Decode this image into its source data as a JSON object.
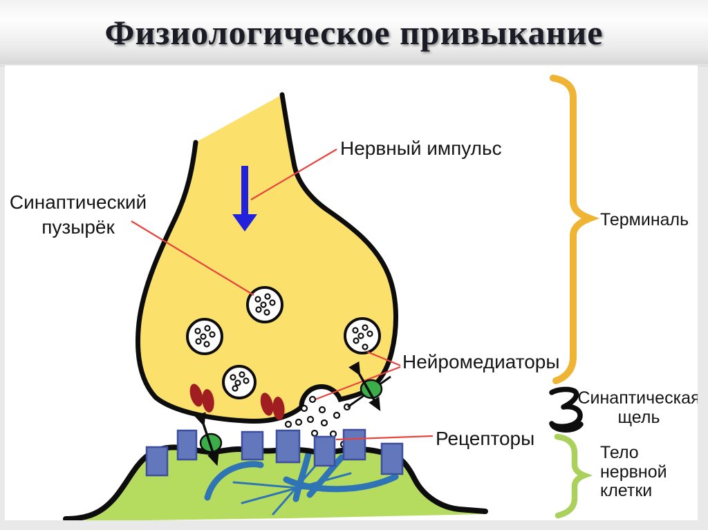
{
  "title": "Физиологическое привыкание",
  "labels": {
    "nerve_impulse": "Нервный импульс",
    "synaptic_vesicle_line1": "Синаптический",
    "synaptic_vesicle_line2": "пузырёк",
    "neurotransmitters": "Нейромедиаторы",
    "receptors": "Рецепторы",
    "terminal": "Терминаль",
    "synaptic_cleft_line1": "Синаптическая",
    "synaptic_cleft_line2": "щель",
    "cell_body_line1": "Тело",
    "cell_body_line2": "нервной",
    "cell_body_line3": "клетки"
  },
  "colors": {
    "title_color": "#1b1b26",
    "label_color": "#141414",
    "terminal_fill": "#fbe06c",
    "outline": "#0d0d0d",
    "cell_fill": "#b5dc5f",
    "receptor_fill": "#6377bd",
    "receptor_stroke": "#3d4e9e",
    "ball_green": "#3bae49",
    "red_organelle": "#a01d22",
    "impulse_blue": "#2222dd",
    "leader_red": "#e8423c",
    "brace_yellow": "#f0b434",
    "brace_green": "#a9d15c",
    "filament_blue": "#2f74b5"
  }
}
